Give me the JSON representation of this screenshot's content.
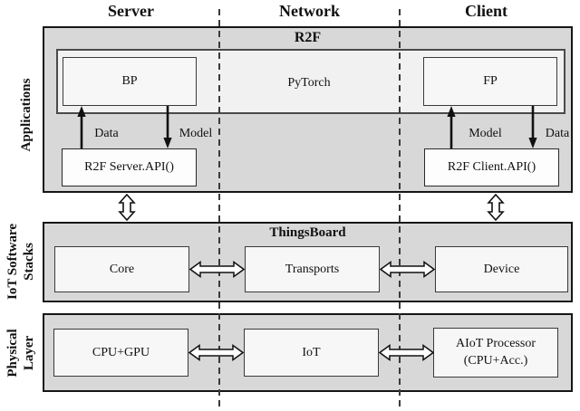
{
  "figure": {
    "column_headers": [
      "Server",
      "Network",
      "Client"
    ],
    "side_labels": {
      "applications": "Applications",
      "iot_line1": "IoT Software",
      "iot_line2": "Stacks",
      "physical_line1": "Physical",
      "physical_line2": "Layer"
    },
    "applications": {
      "title": "R2F",
      "pytorch": "PyTorch",
      "bp": "BP",
      "fp": "FP",
      "server_api": "R2F Server.API()",
      "client_api": "R2F Client.API()",
      "server_up_label": "Data",
      "server_down_label": "Model",
      "client_up_label": "Model",
      "client_down_label": "Data"
    },
    "iot_stack": {
      "title": "ThingsBoard",
      "core": "Core",
      "transports": "Transports",
      "device": "Device"
    },
    "physical": {
      "cpu_gpu": "CPU+GPU",
      "iot": "IoT",
      "aiot_line1": "AIoT Processor",
      "aiot_line2": "(CPU+Acc.)"
    },
    "colors": {
      "layer_fill": "#d8d8d8",
      "inner_fill": "#f1f1f1",
      "node_fill": "#f7f7f7",
      "line": "#111111"
    }
  }
}
